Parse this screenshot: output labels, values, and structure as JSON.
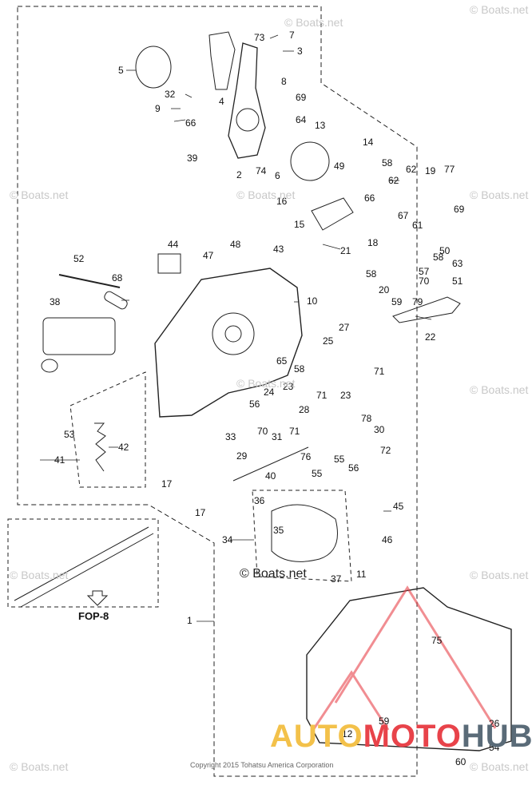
{
  "callouts": [
    "1",
    "2",
    "3",
    "4",
    "5",
    "6",
    "7",
    "8",
    "9",
    "10",
    "11",
    "12",
    "13",
    "14",
    "15",
    "16",
    "17",
    "17",
    "18",
    "19",
    "20",
    "21",
    "22",
    "23",
    "23",
    "24",
    "25",
    "26",
    "27",
    "28",
    "29",
    "30",
    "31",
    "32",
    "33",
    "34",
    "35",
    "36",
    "37",
    "38",
    "39",
    "40",
    "41",
    "42",
    "43",
    "44",
    "45",
    "46",
    "47",
    "48",
    "49",
    "50",
    "51",
    "52",
    "53",
    "54",
    "55",
    "55",
    "56",
    "56",
    "57",
    "58",
    "58",
    "58",
    "58",
    "59",
    "59",
    "60",
    "61",
    "62",
    "62",
    "63",
    "64",
    "65",
    "66",
    "66",
    "67",
    "68",
    "69",
    "69",
    "70",
    "70",
    "71",
    "71",
    "71",
    "72",
    "73",
    "74",
    "75",
    "76",
    "77",
    "78",
    "79"
  ],
  "reference_label": "FOP-8",
  "watermarks": [
    "© Boats.net"
  ],
  "copyright": "Copyright 2015 Tohatsu America Corporation",
  "logo": {
    "part1": "AUTO",
    "part2": "MOTO",
    "part3": "HUB"
  },
  "colors": {
    "line": "#222222",
    "logo_yellow": "#f3c14a",
    "logo_red": "#e8434a",
    "logo_gray": "#5a6b78"
  }
}
